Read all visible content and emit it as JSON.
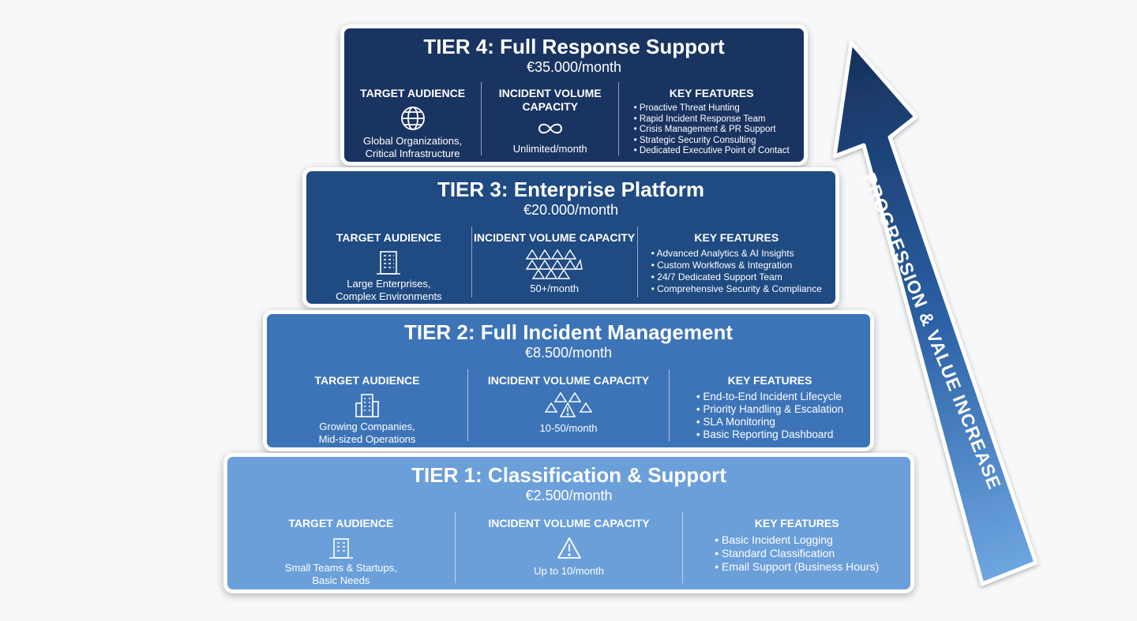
{
  "tiers": [
    {
      "title": "TIER 4: Full Response Support",
      "price": "€35.000/month",
      "audience_head": "TARGET AUDIENCE",
      "audience_text": "Global Organizations, Critical Infrastructure",
      "volume_head": "INCIDENT VOLUME CAPACITY",
      "volume_text": "Unlimited/month",
      "features_head": "KEY FEATURES",
      "features": [
        "Proactive Threat Hunting",
        "Rapid Incident Response Team",
        "Crisis Management & PR Support",
        "Strategic Security Consulting",
        "Dedicated Executive Point of Contact"
      ],
      "audience_icon": "globe-icon",
      "volume_icon": "infinity-icon"
    },
    {
      "title": "TIER 3: Enterprise Platform",
      "price": "€20.000/month",
      "audience_head": "TARGET AUDIENCE",
      "audience_text": "Large Enterprises, Complex Environments",
      "volume_head": "INCIDENT VOLUME CAPACITY",
      "volume_text": "50+/month",
      "features_head": "KEY FEATURES",
      "features": [
        "Advanced Analytics & AI Insights",
        "Custom Workflows & Integration",
        "24/7 Dedicated Support Team",
        "Comprehensive Security & Compliance"
      ],
      "audience_icon": "building-large-icon",
      "volume_icon": "warning-many-icon"
    },
    {
      "title": "TIER 2: Full Incident Management",
      "price": "€8.500/month",
      "audience_head": "TARGET AUDIENCE",
      "audience_text": "Growing Companies, Mid-sized Operations",
      "volume_head": "INCIDENT VOLUME CAPACITY",
      "volume_text": "10-50/month",
      "features_head": "KEY FEATURES",
      "features": [
        "End-to-End Incident Lifecycle",
        "Priority Handling & Escalation",
        "SLA Monitoring",
        "Basic Reporting Dashboard"
      ],
      "audience_icon": "building-medium-icon",
      "volume_icon": "warning-several-icon"
    },
    {
      "title": "TIER 1: Classification & Support",
      "price": "€2.500/month",
      "audience_head": "TARGET AUDIENCE",
      "audience_text": "Small Teams & Startups, Basic Needs",
      "volume_head": "INCIDENT VOLUME CAPACITY",
      "volume_text": "Up to 10/month",
      "features_head": "KEY FEATURES",
      "features": [
        "Basic Incident Logging",
        "Standard Classification",
        "Email Support (Business Hours)"
      ],
      "audience_icon": "building-small-icon",
      "volume_icon": "warning-icon"
    }
  ],
  "arrow": {
    "label": "PROGRESSION & VALUE INCREASE"
  },
  "colors": {
    "tier4": "#1a3461",
    "tier3": "#1f4a82",
    "tier2": "#3d74b8",
    "tier1": "#6b9fd9"
  }
}
